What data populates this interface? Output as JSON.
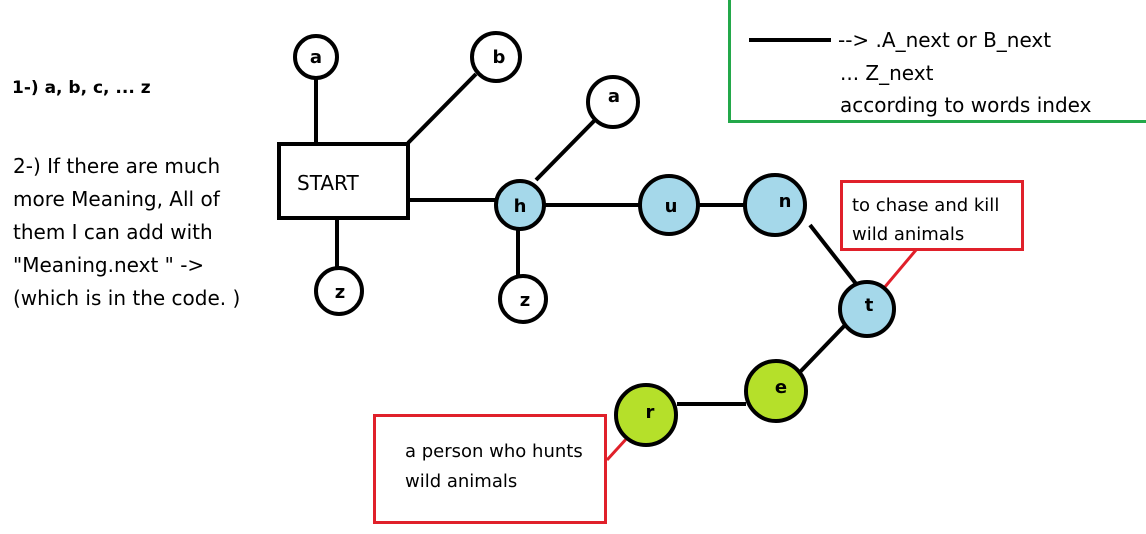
{
  "title": "1-) a, b, c, ... z",
  "note": {
    "lines": [
      "2-) If there are much",
      "more Meaning, All of",
      "them I can add with",
      "\"Meaning.next \" ->",
      "(which is in the code. )"
    ]
  },
  "legend": {
    "line1": "-->   .A_next   or B_next",
    "line2": "...  Z_next",
    "line3": "according to words index",
    "border_color": "#23a84a"
  },
  "start_node": {
    "label": "START"
  },
  "nodes": {
    "start_a": "a",
    "start_b": "b",
    "start_z": "z",
    "h": "h",
    "h_a": "a",
    "h_z": "z",
    "u": "u",
    "n": "n",
    "t": "t",
    "e": "e",
    "r": "r"
  },
  "callouts": {
    "hunt": [
      "to chase and kill",
      "wild animals"
    ],
    "hunter": [
      "a person who hunts",
      "wild animals"
    ],
    "border_color": "#e0202a"
  },
  "colors": {
    "blue_node": "#a5d8ea",
    "green_node": "#b5e02a",
    "white_node": "#ffffff"
  }
}
